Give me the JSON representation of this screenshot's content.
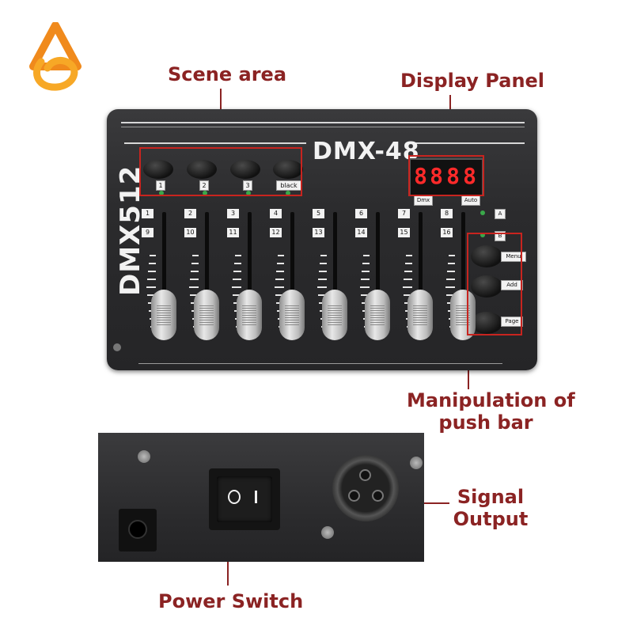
{
  "device": {
    "model": "DMX-48",
    "side_label": "DMX512",
    "scene_buttons": [
      "1",
      "2",
      "3",
      "black"
    ],
    "channels_top": [
      "1",
      "2",
      "3",
      "4",
      "5",
      "6",
      "7",
      "8"
    ],
    "channels_bottom": [
      "9",
      "10",
      "11",
      "12",
      "13",
      "14",
      "15",
      "16"
    ],
    "display_text": "8.8.8.8",
    "display_labels": [
      "Dmx",
      "Auto"
    ],
    "mode_labels": [
      "A",
      "B"
    ],
    "control_buttons": [
      "Menu",
      "Add",
      "Page"
    ]
  },
  "callouts": {
    "scene_area": "Scene area",
    "display_panel": "Display Panel",
    "manipulation": "Manipulation of push bar",
    "manipulation_line1": "Manipulation of",
    "manipulation_line2": "push bar",
    "signal_output_line1": "Signal",
    "signal_output_line2": "Output",
    "power_switch": "Power Switch"
  },
  "colors": {
    "callout": "#8b2323",
    "highlight_box": "#c8241f",
    "logo_orange": "#f08a1c",
    "device_body": "#2b2b2d"
  },
  "icons": {
    "logo": "brand-logo-icon"
  }
}
